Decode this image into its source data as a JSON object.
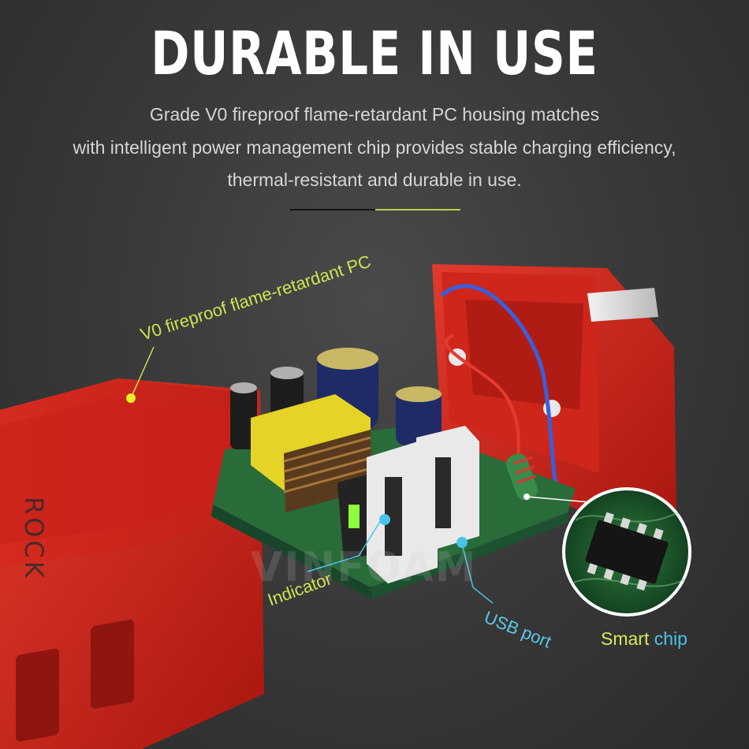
{
  "header": {
    "title": "DURABLE IN USE",
    "desc_line_1": "Grade V0 fireproof flame-retardant PC housing matches",
    "desc_line_2": "with intelligent power management chip provides stable charging efficiency,",
    "desc_line_3": "thermal-resistant and durable in use."
  },
  "callouts": {
    "housing": "V0 fireproof flame-retardant PC",
    "indicator": "Indicator",
    "usb_port": "USB port",
    "smart_word": "Smart",
    "chip_word": "chip"
  },
  "brand": {
    "logo_text": "ROCK",
    "watermark_text": "VINFOAM"
  },
  "colors": {
    "background": "#3a3a3a",
    "housing_red": "#d7261e",
    "accent_green": "#cfe353",
    "accent_blue": "#49c4e6",
    "pcb_green": "#1f5a2e"
  }
}
